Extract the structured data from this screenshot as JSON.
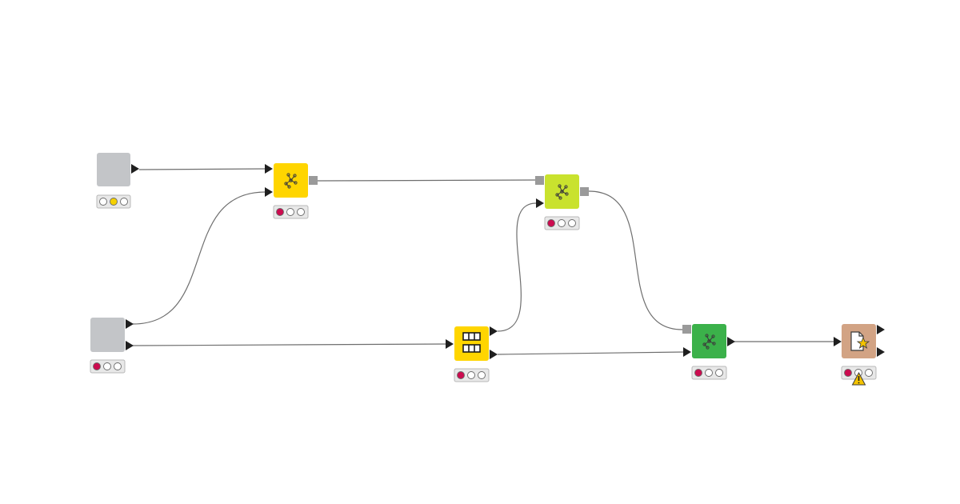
{
  "workflow": {
    "colors": {
      "connection": "#6e6e6e",
      "port_triangle": "#1f1f1f",
      "port_square": "#9a9a9a",
      "led_off": "#ffffff",
      "led_red": "#cc0b4f",
      "led_yellow": "#f5d100",
      "warning": "#f5c400"
    },
    "nodes": [
      {
        "id": "node-source-top",
        "category": "source",
        "color": "#c3c5c8",
        "icon": "none",
        "status": [
          "off",
          "yellow",
          "off"
        ]
      },
      {
        "id": "node-source-bottom",
        "category": "source",
        "color": "#c3c5c8",
        "icon": "none",
        "status": [
          "red",
          "off",
          "off"
        ]
      },
      {
        "id": "node-learner-top",
        "category": "learner",
        "color": "#ffd500",
        "icon": "network-icon",
        "status": [
          "red",
          "off",
          "off"
        ]
      },
      {
        "id": "node-table-manipulator",
        "category": "manipulator",
        "color": "#ffd500",
        "icon": "table-grid-icon",
        "status": [
          "red",
          "off",
          "off"
        ]
      },
      {
        "id": "node-network-predictor",
        "category": "predictor",
        "color": "#c9e22e",
        "icon": "network-icon",
        "status": [
          "red",
          "off",
          "off"
        ]
      },
      {
        "id": "node-network-executor",
        "category": "executor",
        "color": "#3bb14a",
        "icon": "network-icon",
        "status": [
          "red",
          "off",
          "off"
        ]
      },
      {
        "id": "node-document-other",
        "category": "other",
        "color": "#d2a384",
        "icon": "document-star-icon",
        "status": [
          "red",
          "off",
          "off"
        ],
        "warning": true
      }
    ],
    "connections": [
      {
        "from": "node-source-top",
        "to": "node-learner-top",
        "type": "data"
      },
      {
        "from": "node-source-bottom",
        "to": "node-learner-top",
        "type": "data"
      },
      {
        "from": "node-source-bottom",
        "to": "node-table-manipulator",
        "type": "data"
      },
      {
        "from": "node-learner-top",
        "to": "node-network-predictor",
        "type": "model"
      },
      {
        "from": "node-table-manipulator",
        "to": "node-network-predictor",
        "type": "data"
      },
      {
        "from": "node-table-manipulator",
        "to": "node-network-executor",
        "type": "data"
      },
      {
        "from": "node-network-predictor",
        "to": "node-network-executor",
        "type": "model"
      },
      {
        "from": "node-network-executor",
        "to": "node-document-other",
        "type": "data"
      }
    ]
  }
}
